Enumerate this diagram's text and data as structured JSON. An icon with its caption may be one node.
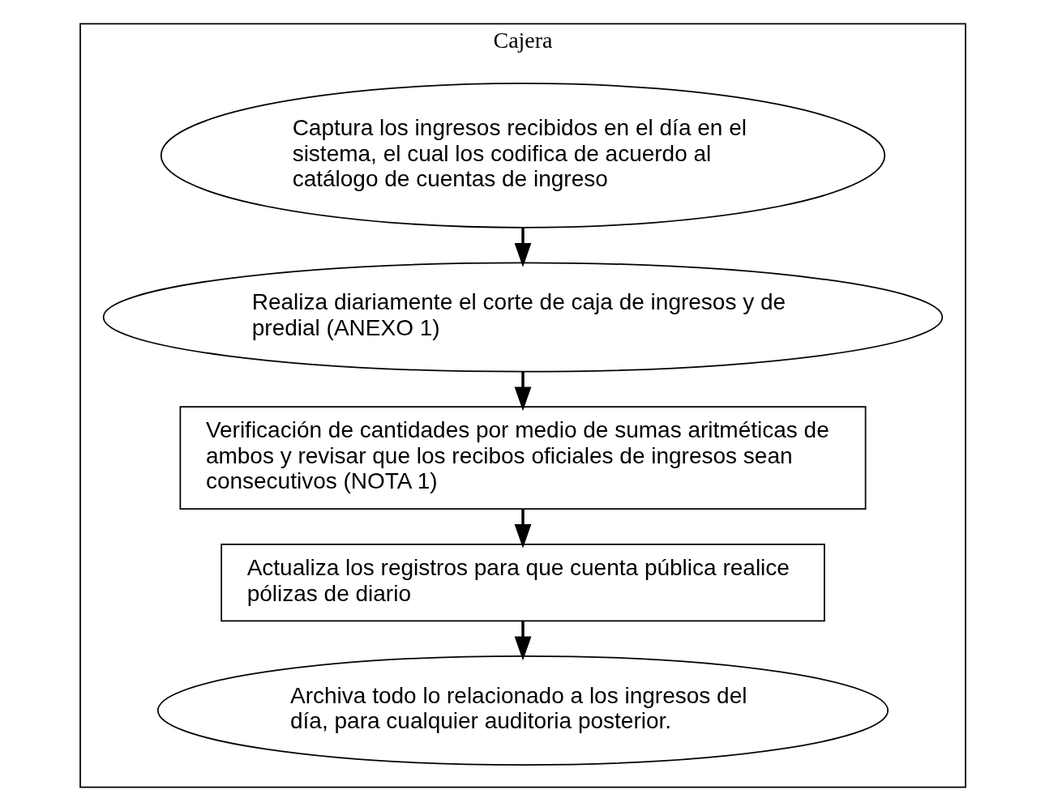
{
  "diagram": {
    "nodes": [
      {
        "text": [
          "Cajera"
        ]
      },
      {
        "text": [
          "Captura los ingresos recibidos en el día en el sistema, el cual los codifica de acuerdo al catálogo de cuentas de ingreso"
        ],
        "in": 0
      },
      {
        "text": [
          "Realiza diariamente el corte de caja de ingresos y de predial (ANEXO 1)"
        ],
        "in": 0
      },
      {
        "text": [
          "Verificación de cantidades por medio de sumas aritméticas de ambos y revisar que los recibos oficiales de ingresos sean consecutivos (NOTA 1)"
        ],
        "in": 0
      },
      {
        "text": [
          "Actualiza los registros para que cuenta pública realice pólizas de diario"
        ],
        "in": 0
      },
      {
        "text": [
          "Archiva todo lo relacionado a los ingresos del día, para cualquier auditoria posterior."
        ],
        "in": 0
      }
    ],
    "edges": [
      {
        "from": 1,
        "to": 2,
        "arrow": "to"
      },
      {
        "from": 2,
        "to": 3,
        "arrow": "to"
      },
      {
        "from": 3,
        "to": 4,
        "arrow": "to"
      },
      {
        "from": 4,
        "to": 5,
        "arrow": "to"
      }
    ]
  }
}
